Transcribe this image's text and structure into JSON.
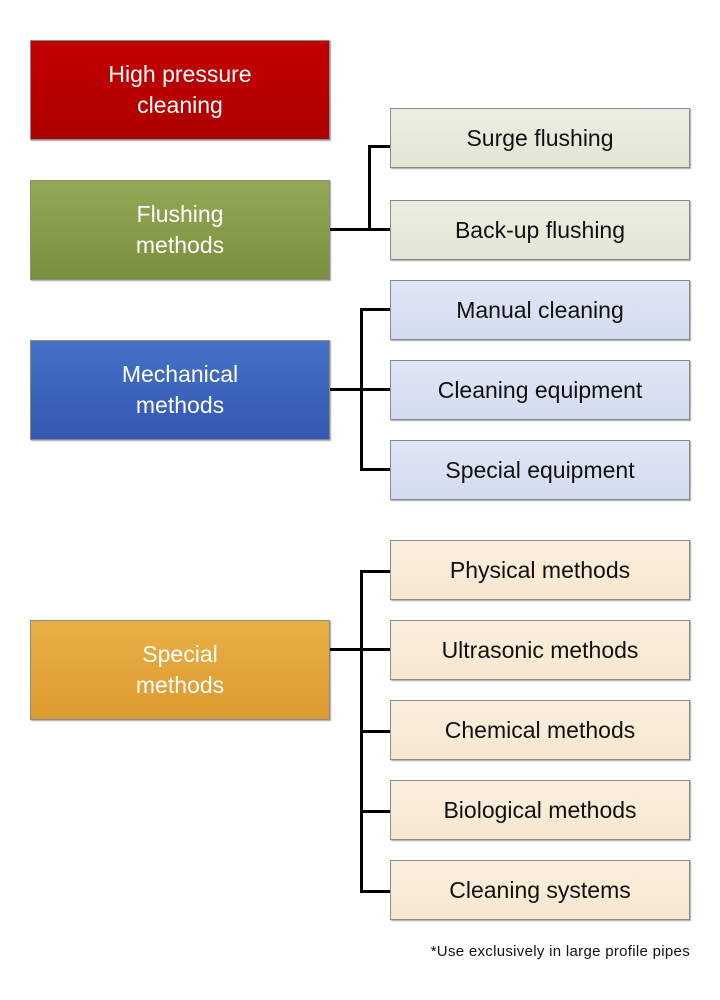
{
  "diagram": {
    "categories": [
      {
        "label": "High pressure cleaning",
        "color": "#b80000",
        "children": []
      },
      {
        "label": "Flushing methods",
        "color": "#879c49",
        "children": [
          "Surge flushing",
          "Back-up flushing"
        ]
      },
      {
        "label": "Mechanical methods",
        "color": "#3c64bd",
        "children": [
          "Manual cleaning",
          "Cleaning equipment",
          "Special equipment"
        ]
      },
      {
        "label": "Special methods",
        "color": "#e2a53a",
        "children": [
          "Physical methods",
          "Ultrasonic methods",
          "Chemical methods",
          "Biological methods",
          "Cleaning systems"
        ]
      }
    ],
    "footnote": "*Use exclusively in large profile pipes"
  }
}
